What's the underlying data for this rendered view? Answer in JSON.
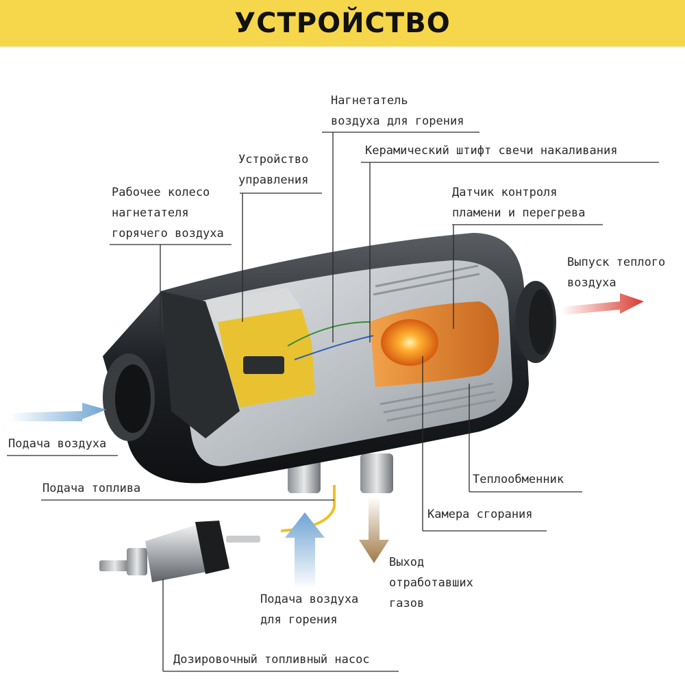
{
  "header": {
    "title": "УСТРОЙСТВО"
  },
  "labels": {
    "blower_air": "Нагнетатель\nвоздуха для горения",
    "glow_pin": "Керамический штифт свечи накаливания",
    "control_unit": "Устройство\nуправления",
    "impeller": "Рабочее колесо\nнагнетателя\nгорячего воздуха",
    "flame_sensor": "Датчик контроля\nпламени и перегрева",
    "warm_air_out": "Выпуск теплого\nвоздуха",
    "air_in": "Подача воздуха",
    "heat_exchanger": "Теплообменник",
    "fuel_supply": "Подача топлива",
    "combustion_chamber": "Камера сгорания",
    "exhaust": "Выход\nотработавших\nгазов",
    "combustion_air": "Подача воздуха\nдля горения",
    "fuel_pump": "Дозировочный топливный насос"
  },
  "colors": {
    "header_bg": "#f6d64a",
    "arrow_air": "#7fb0d8",
    "arrow_warm": "#d9453a",
    "arrow_exhaust": "#b08a5a",
    "fuel_line": "#f0c020",
    "flame": "#ff7a1a"
  }
}
